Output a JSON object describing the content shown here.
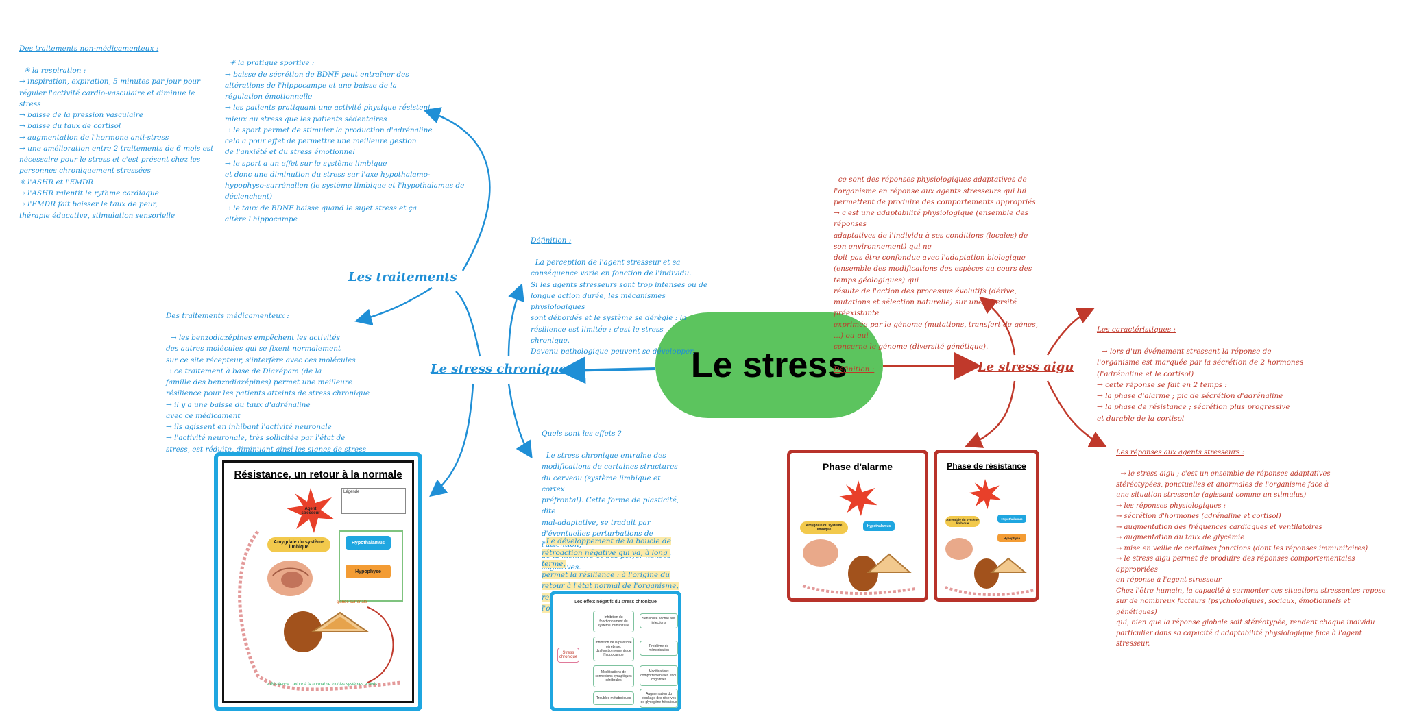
{
  "center": {
    "label": "Le stress"
  },
  "colors": {
    "chronic": "#1f8fd6",
    "acute": "#c0392b",
    "center": "#5cc45e"
  },
  "branches": {
    "traitements": "Les traitements",
    "chronique": "Le stress chronique",
    "aigu": "Le stress aigu"
  },
  "notes": {
    "non_med": {
      "title": "Des traitements non-médicamenteux :",
      "body": "✳ la respiration :\n→ inspiration, expiration, 5 minutes par jour pour\nréguler l'activité cardio-vasculaire et diminue le stress\n→ baisse de la pression vasculaire\n→ baisse du taux de cortisol\n→ augmentation de l'hormone anti-stress\n→ une amélioration entre 2 traitements de 6 mois est\nnécessaire pour le stress et c'est présent chez les\npersonnes chroniquement stressées\n✳ l'ASHR et l'EMDR\n→ l'ASHR ralentit le rythme cardiaque\n→ l'EMDR fait baisser le taux de peur,\nthérapie éducative, stimulation sensorielle"
    },
    "sport": {
      "body": "✳ la pratique sportive :\n→ baisse de sécrétion de BDNF peut entraîner des\naltérations de l'hippocampe et une baisse de la\nrégulation émotionnelle\n→ les patients pratiquant une activité physique résistent\nmieux au stress que les patients sédentaires\n→ le sport permet de stimuler la production d'adrénaline\ncela a pour effet de permettre une meilleure gestion\nde l'anxiété et du stress émotionnel\n→ le sport a un effet sur le système limbique\net donc une diminution du stress sur l'axe hypothalamo-\nhypophyso-surrénalien (le système limbique et l'hypothalamus de déclenchent)\n→ le taux de BDNF baisse quand le sujet stress et ça\naltère l'hippocampe"
    },
    "med": {
      "title": "Des traitements médicamenteux :",
      "body": "→ les benzodiazépines empêchent les activités\ndes autres molécules qui se fixent normalement\nsur ce site récepteur, s'interfère avec ces molécules\n→ ce traitement à base de Diazépam (de la\nfamille des benzodiazépines) permet une meilleure\nrésilience pour les patients atteints de stress chronique\n→ il y a une baisse du taux d'adrénaline\navec ce médicament\n→ ils agissent en inhibant l'activité neuronale\n→ l'activité neuronale, très sollicitée par l'état de\nstress, est réduite, diminuant ainsi les signes de stress"
    },
    "def_chronique": {
      "title": "Définition :",
      "body": "La perception de l'agent stresseur et sa\nconséquence varie en fonction de l'individu.\nSi les agents stresseurs sont trop intenses ou de\nlongue action durée, les mécanismes physiologiques\nsont débordés et le système se dérègle : la\nrésilience est limitée : c'est le stress\nchronique.\nDevenu pathologique peuvent se développer."
    },
    "effets": {
      "title": "Quels sont les effets ?",
      "body": "Le stress chronique entraîne des\nmodifications de certaines structures\ndu cerveau (système limbique et cortex\npréfrontal). Cette forme de plasticité, dite\nmal-adaptative, se traduit par\nd'éventuelles perturbations de l'attention,\nde la mémoire et des performances\ncognitives."
    },
    "effets_hl": {
      "body": "Le développement de la boucle de\nrétroaction négative qui va, à long terme,\npermet la résilience : à l'origine du\nretour à l'état normal de l'organisme,\nrelève des capacités d'adaptation de l'organisme"
    },
    "def_aigu": {
      "body": "ce sont des réponses physiologiques adaptatives de\nl'organisme en réponse aux agents stresseurs qui lui\npermettent de produire des comportements appropriés.\n→ c'est une adaptabilité physiologique (ensemble des réponses\nadaptatives de l'individu à ses conditions (locales) de son environnement) qui ne\ndoit pas être confondue avec l'adaptation biologique\n(ensemble des modifications des espèces au cours des temps géologiques) qui\nrésulte de l'action des processus évolutifs (dérive,\nmutations et sélection naturelle) sur une diversité préexistante\nexprimée par le génome (mutations, transfert de gènes, ...) ou qui\nconcerne le génome (diversité génétique).",
      "title": "Définition :"
    },
    "caracteristiques": {
      "title": "Les caractéristiques :",
      "body": "→ lors d'un événement stressant la réponse de\nl'organisme est marquée par la sécrétion de 2 hormones\n(l'adrénaline et le cortisol)\n→ cette réponse se fait en 2 temps :\n→ la phase d'alarme ; pic de sécrétion d'adrénaline\n→ la phase de résistance ; sécrétion plus progressive\net durable de la cortisol"
    },
    "reponses": {
      "title": "Les réponses aux agents stresseurs :",
      "body": "→ le stress aigu ; c'est un ensemble de réponses adaptatives\nstéréotypées, ponctuelles et anormales de l'organisme face à\nune situation stressante (agissant comme un stimulus)\n→ les réponses physiologiques :\n→ sécrétion d'hormones (adrénaline et cortisol)\n→ augmentation des fréquences cardiaques et ventilatoires\n→ augmentation du taux de glycémie\n→ mise en veille de certaines fonctions (dont les réponses immunitaires)\n→ le stress aigu permet de produire des réponses comportementales appropriées\nen réponse à l'agent stresseur\nChez l'être humain, la capacité à surmonter ces situations stressantes repose\nsur de nombreux facteurs (psychologiques, sociaux, émotionnels et génétiques)\nqui, bien que la réponse globale soit stéréotypée, rendent chaque individu\nparticulier dans sa capacité d'adaptabilité physiologique face à l'agent stresseur."
    }
  },
  "cards": {
    "resistance_normale": {
      "title": "Résistance, un retour à la normale",
      "star": "Agent stresseur",
      "limbique": "Amygdale du système limbique",
      "hypothalamus": "Hypothalamus",
      "hypophyse": "Hypophyse",
      "surrenale": "glande surrénale",
      "legend": "Légende",
      "footer": "Le Résilience : retour à la normal de tout les systèmes activés"
    },
    "effets_negatifs": {
      "title": "Les effets négatifs du stress chronique",
      "root": "Stress chronique",
      "mid": [
        "Inhibition du fonctionnement du système immunitaire",
        "Inhibition de la plasticité cérébrale, dysfonctionnements de l'hippocampe",
        "Modifications de connexions synaptiques cérébrales",
        "Troubles métaboliques"
      ],
      "right": [
        "Sensibilité accrue aux infections",
        "Problème de mémorisation",
        "Modifications comportementales et/ou cognitives",
        "Augmentation du stockage des réserves de glycogène hépatique"
      ]
    },
    "alarme": {
      "title": "Phase d'alarme",
      "limbique": "Amygdale du système limbique",
      "hypothalamus": "Hypothalamus"
    },
    "resistance": {
      "title": "Phase de résistance",
      "limbique": "Amygdale du système limbique",
      "hypothalamus": "Hypothalamus",
      "hypophyse": "Hypophyse"
    }
  }
}
